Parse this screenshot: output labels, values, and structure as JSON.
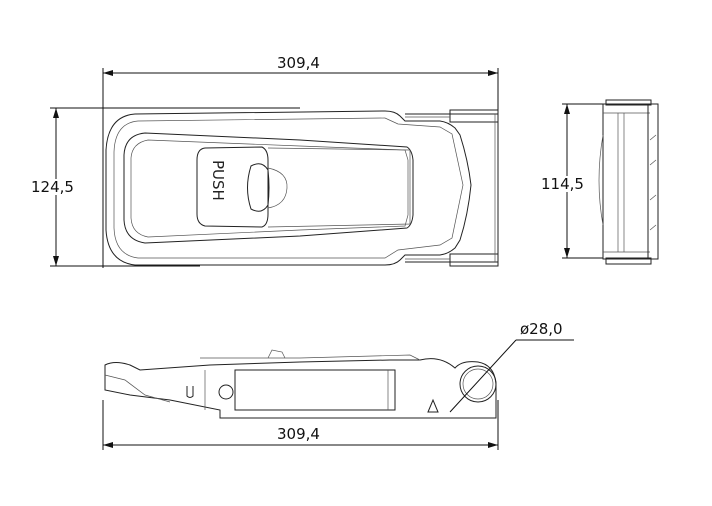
{
  "drawing": {
    "top_view": {
      "length_label": "309,4",
      "width_label": "124,5",
      "button_text": "PUSH"
    },
    "end_view": {
      "width_label": "114,5"
    },
    "side_view": {
      "length_label": "309,4",
      "diameter_label": "ø28,0"
    }
  }
}
